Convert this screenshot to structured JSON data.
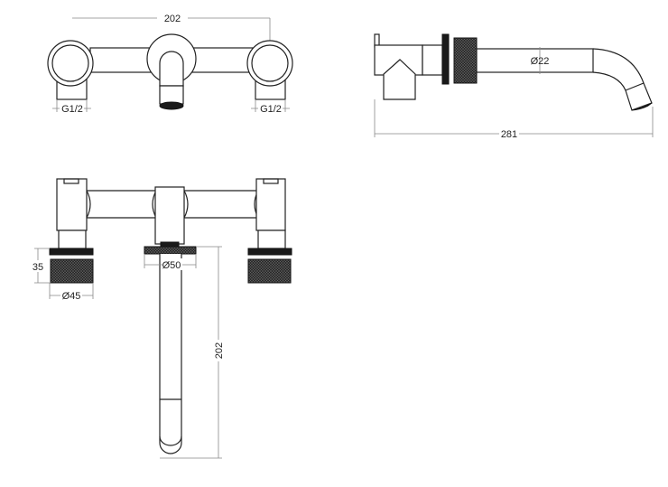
{
  "drawing": {
    "top_view": {
      "width_dim": "202",
      "left_thread": "G1/2",
      "right_thread": "G1/2"
    },
    "side_view": {
      "length_dim": "281",
      "spout_diameter": "Ø22"
    },
    "front_view": {
      "handle_height_dim": "35",
      "handle_diameter": "Ø45",
      "flange_diameter": "Ø50",
      "spout_length_dim": "202"
    }
  }
}
